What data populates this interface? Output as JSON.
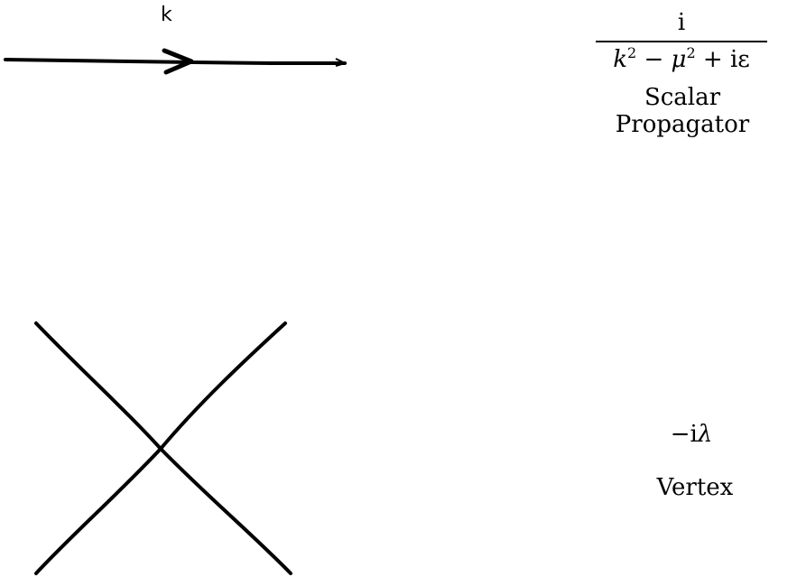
{
  "propagator": {
    "momentum_label": "k",
    "numerator": "i",
    "denominator_k": "k",
    "denominator_mid": " − ",
    "denominator_mu": "μ",
    "denominator_tail": " + iε",
    "exponent": "2",
    "caption": "Scalar Propagator"
  },
  "vertex": {
    "factor_prefix": "−i",
    "factor_symbol": "λ",
    "caption": "Vertex"
  }
}
